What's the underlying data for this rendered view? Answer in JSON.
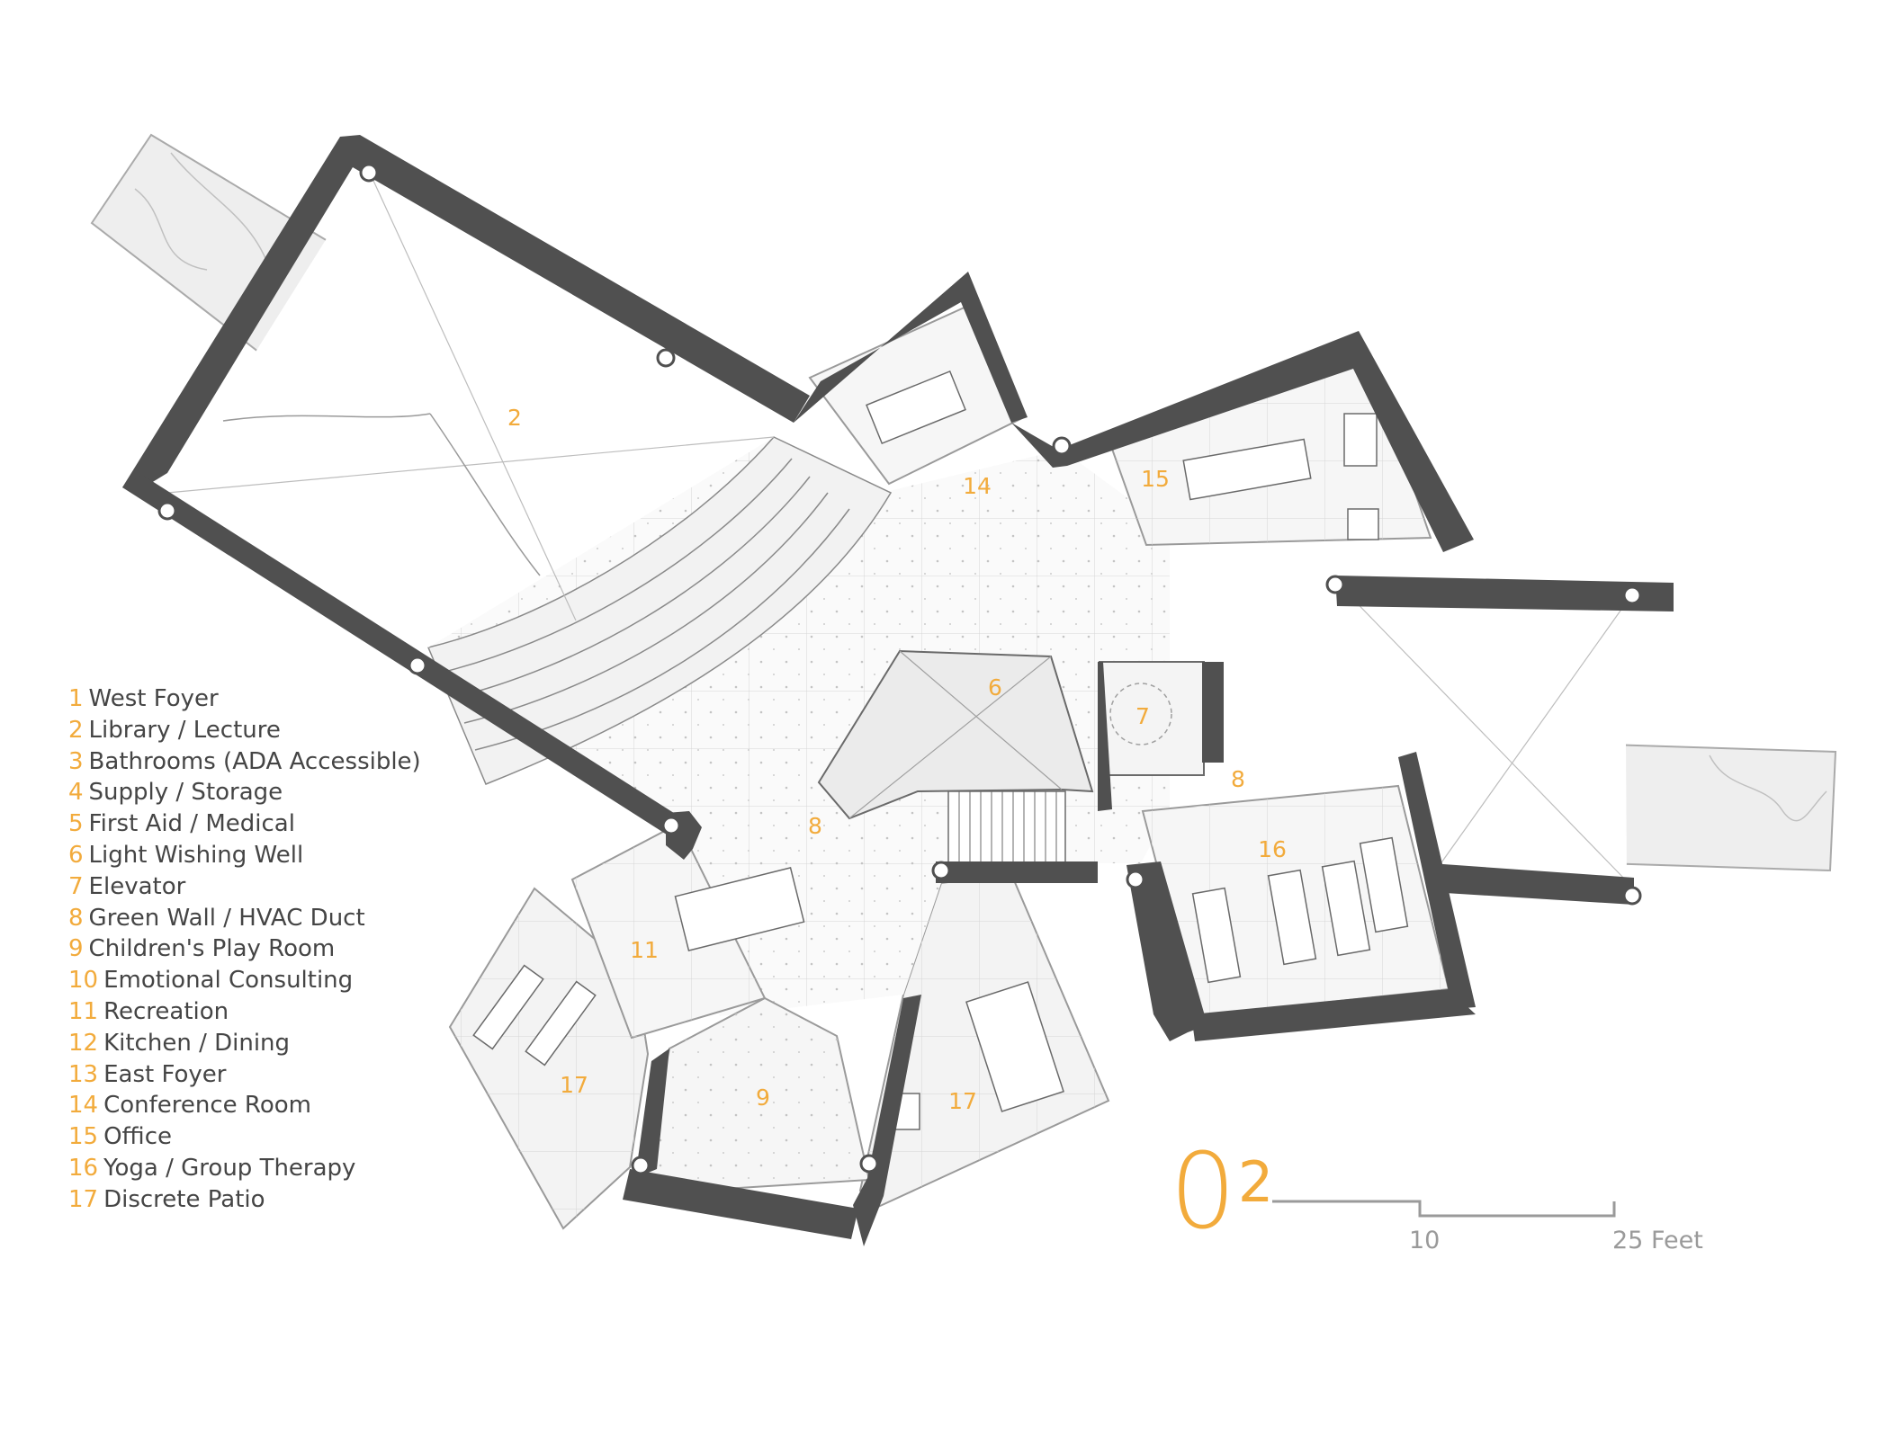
{
  "legend": [
    {
      "num": "1",
      "label": "West Foyer"
    },
    {
      "num": "2",
      "label": "Library / Lecture"
    },
    {
      "num": "3",
      "label": "Bathrooms (ADA Accessible)"
    },
    {
      "num": "4",
      "label": "Supply / Storage"
    },
    {
      "num": "5",
      "label": "First Aid / Medical"
    },
    {
      "num": "6",
      "label": "Light Wishing Well"
    },
    {
      "num": "7",
      "label": "Elevator"
    },
    {
      "num": "8",
      "label": "Green Wall / HVAC Duct"
    },
    {
      "num": "9",
      "label": "Children's Play Room"
    },
    {
      "num": "10",
      "label": "Emotional Consulting"
    },
    {
      "num": "11",
      "label": "Recreation"
    },
    {
      "num": "12",
      "label": "Kitchen / Dining"
    },
    {
      "num": "13",
      "label": "East Foyer"
    },
    {
      "num": "14",
      "label": "Conference Room"
    },
    {
      "num": "15",
      "label": "Office"
    },
    {
      "num": "16",
      "label": "Yoga / Group Therapy"
    },
    {
      "num": "17",
      "label": "Discrete Patio"
    }
  ],
  "room_labels": {
    "library": "2",
    "conference": "14",
    "office": "15",
    "wishing_well": "6",
    "elevator": "7",
    "green_wall_east": "8",
    "green_wall_west": "8",
    "yoga": "16",
    "recreation": "11",
    "patio_west": "17",
    "play_room": "9",
    "patio_south": "17"
  },
  "floor": {
    "number": "0",
    "superscript": "2"
  },
  "scale": {
    "mid_label": "10",
    "end_label": "25 Feet"
  },
  "colors": {
    "wall": "#505050",
    "accent": "#f2ab3c",
    "line": "#9a9a9a",
    "fill": "#ececec"
  }
}
